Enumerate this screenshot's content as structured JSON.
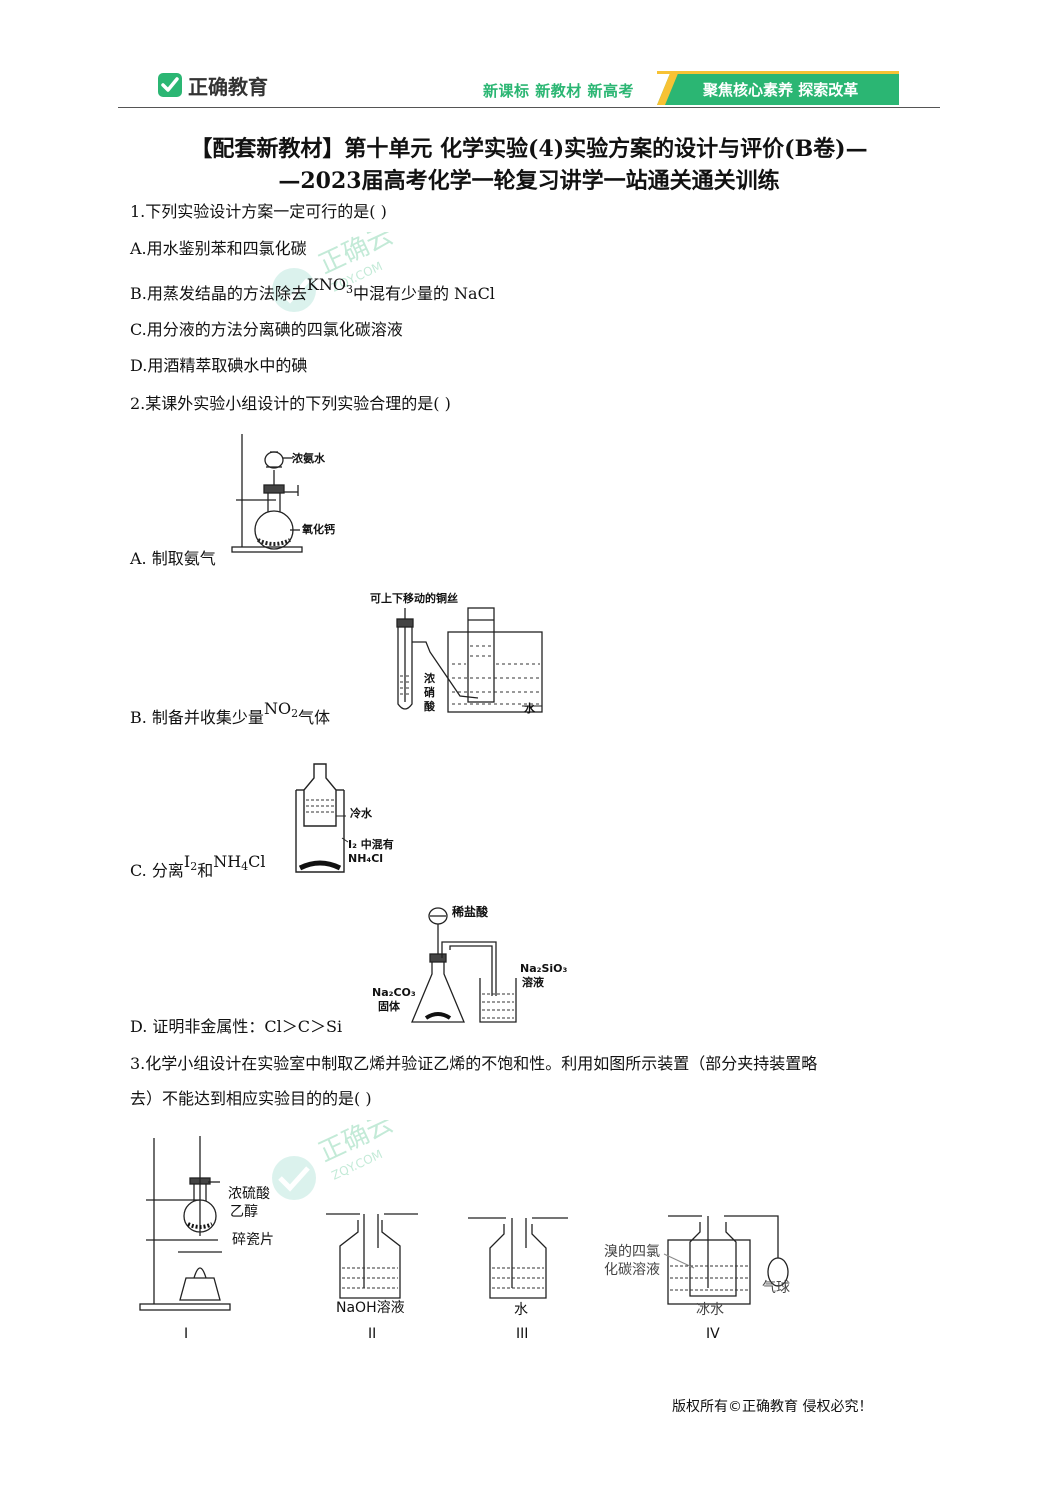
{
  "header": {
    "logo_text": "正确教育",
    "slogan": "新课标  新教材  新高考",
    "banner": "聚焦核心素养  探索改革"
  },
  "title": {
    "line1": "【配套新教材】第十单元 化学实验(4)实验方案的设计与评价(B卷)—",
    "line2": "—2023届高考化学一轮复习讲学一站通关通关训练"
  },
  "watermark": {
    "cn": "正确云",
    "en": "ZQY.COM"
  },
  "q1": {
    "stem": "1.下列实验设计方案一定可行的是(   )",
    "a": "A.用水鉴别苯和四氯化碳",
    "b_pre": "B.用蒸发结晶的方法除去",
    "b_chem_main": "KNO",
    "b_chem_sub": "3",
    "b_post": "中混有少量的 NaCl",
    "c": "C.用分液的方法分离碘的四氯化碳溶液",
    "d": "D.用酒精萃取碘水中的碘"
  },
  "q2": {
    "stem": "2.某课外实验小组设计的下列实验合理的是(   )",
    "a": "A. 制取氨气",
    "a_fig": {
      "label1": "浓氨水",
      "label2": "氧化钙"
    },
    "b_pre": "B. 制备并收集少量",
    "b_chem_main": "NO",
    "b_chem_sub": "2",
    "b_post": "气体",
    "b_fig": {
      "top": "可上下移动的铜丝",
      "acid": [
        "浓",
        "硝",
        "酸"
      ],
      "water": "水"
    },
    "c_pre": "C. 分离",
    "c_chem1_main": "I",
    "c_chem1_sub": "2",
    "c_mid": "和",
    "c_chem2_main": "NH",
    "c_chem2_sub": "4",
    "c_chem2_tail": "Cl",
    "c_fig": {
      "cold": "冷水",
      "mix1": "I₂ 中混有",
      "mix2": "NH₄Cl"
    },
    "d": "D. 证明非金属性：Cl＞C＞Si",
    "d_fig": {
      "acid": "稀盐酸",
      "na2co3_1": "Na₂CO₃",
      "na2co3_2": "固体",
      "na2sio3_1": "Na₂SiO₃",
      "na2sio3_2": "溶液"
    }
  },
  "q3": {
    "stem1": "3.化学小组设计在实验室中制取乙烯并验证乙烯的不饱和性。利用如图所示装置（部分夹持装置略",
    "stem2": "去）不能达到相应实验目的的是(   )",
    "fig": {
      "h2so4": "浓硫酸",
      "ethanol": "乙醇",
      "porcelain": "碎瓷片",
      "naoh": "NaOH溶液",
      "water": "水",
      "bromine1": "溴的四氯",
      "bromine2": "化碳溶液",
      "icewater": "冰水",
      "balloon": "气球",
      "numerals": [
        "I",
        "II",
        "III",
        "IV"
      ]
    }
  },
  "footer": "版权所有©正确教育  侵权必究！",
  "colors": {
    "brand": "#2bb673"
  }
}
